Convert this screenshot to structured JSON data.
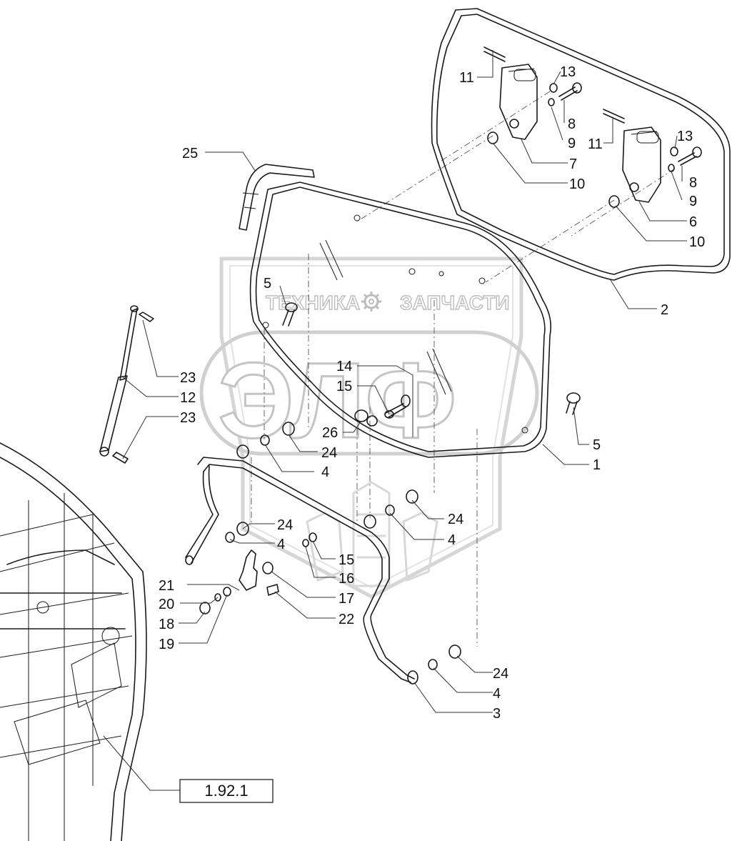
{
  "watermark": {
    "line1_left": "ТЕХНИКА",
    "line1_right": "ЗАПЧАСТИ",
    "big": "ЭЛФ",
    "gear_icon": "gear-icon"
  },
  "reference_box": {
    "label": "1.92.1"
  },
  "callouts": [
    {
      "id": "c11a",
      "label": "11"
    },
    {
      "id": "c13a",
      "label": "13"
    },
    {
      "id": "c8a",
      "label": "8"
    },
    {
      "id": "c9a",
      "label": "9"
    },
    {
      "id": "c7",
      "label": "7"
    },
    {
      "id": "c10a",
      "label": "10"
    },
    {
      "id": "c11b",
      "label": "11"
    },
    {
      "id": "c13b",
      "label": "13"
    },
    {
      "id": "c8b",
      "label": "8"
    },
    {
      "id": "c9b",
      "label": "9"
    },
    {
      "id": "c6",
      "label": "6"
    },
    {
      "id": "c10b",
      "label": "10"
    },
    {
      "id": "c2",
      "label": "2"
    },
    {
      "id": "c25",
      "label": "25"
    },
    {
      "id": "c5a",
      "label": "5"
    },
    {
      "id": "c23a",
      "label": "23"
    },
    {
      "id": "c12",
      "label": "12"
    },
    {
      "id": "c23b",
      "label": "23"
    },
    {
      "id": "c14",
      "label": "14"
    },
    {
      "id": "c15a",
      "label": "15"
    },
    {
      "id": "c26",
      "label": "26"
    },
    {
      "id": "c24a",
      "label": "24"
    },
    {
      "id": "c4a",
      "label": "4"
    },
    {
      "id": "c5b",
      "label": "5"
    },
    {
      "id": "c1",
      "label": "1"
    },
    {
      "id": "c24b",
      "label": "24"
    },
    {
      "id": "c4b",
      "label": "4"
    },
    {
      "id": "c24c",
      "label": "24"
    },
    {
      "id": "c4c",
      "label": "4"
    },
    {
      "id": "c15b",
      "label": "15"
    },
    {
      "id": "c16",
      "label": "16"
    },
    {
      "id": "c21",
      "label": "21"
    },
    {
      "id": "c20",
      "label": "20"
    },
    {
      "id": "c17",
      "label": "17"
    },
    {
      "id": "c18",
      "label": "18"
    },
    {
      "id": "c22",
      "label": "22"
    },
    {
      "id": "c19",
      "label": "19"
    },
    {
      "id": "c24d",
      "label": "24"
    },
    {
      "id": "c4d",
      "label": "4"
    },
    {
      "id": "c3",
      "label": "3"
    }
  ]
}
